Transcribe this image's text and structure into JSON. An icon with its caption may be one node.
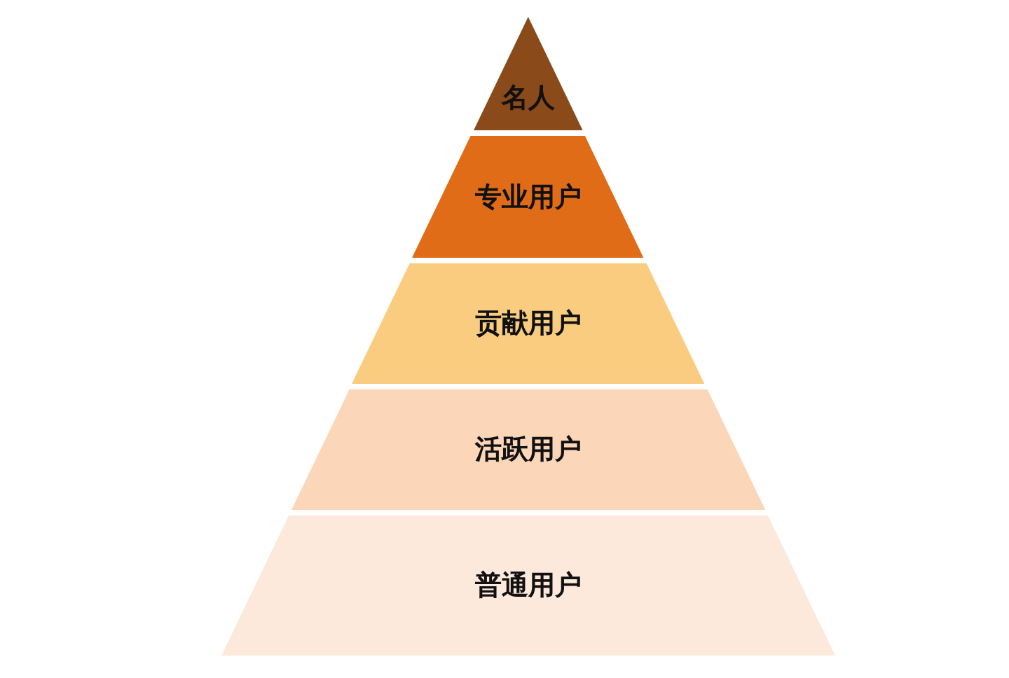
{
  "diagram": {
    "nodes": [
      {
        "text": [
          "名人"
        ]
      },
      {
        "text": [
          "专业用户"
        ]
      },
      {
        "text": [
          "贡献用户"
        ]
      },
      {
        "text": [
          "活跃用户"
        ]
      },
      {
        "text": [
          "普通用户"
        ]
      }
    ]
  }
}
